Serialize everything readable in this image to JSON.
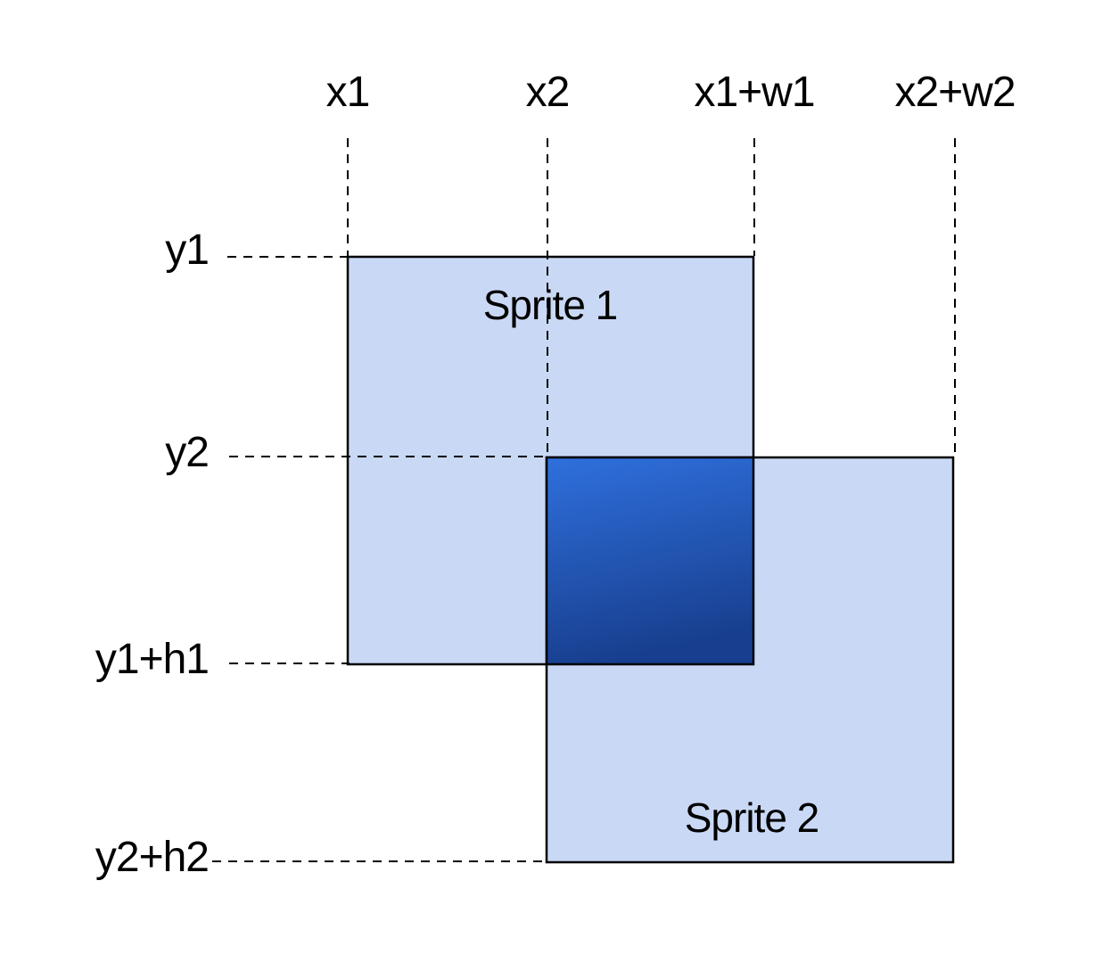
{
  "diagram": {
    "description": "Two overlapping sprites with coordinate guide lines",
    "x_labels": [
      {
        "text": "x1"
      },
      {
        "text": "x2"
      },
      {
        "text": "x1+w1"
      },
      {
        "text": "x2+w2"
      }
    ],
    "y_labels": [
      {
        "text": "y1"
      },
      {
        "text": "y2"
      },
      {
        "text": "y1+h1"
      },
      {
        "text": "y2+h2"
      }
    ],
    "sprites": [
      {
        "label": "Sprite 1"
      },
      {
        "label": "Sprite 2"
      }
    ],
    "colors": {
      "background": "#ffffff",
      "sprite_fill": "#c9d9f5",
      "outline": "#000000",
      "overlap_gradient_top": "#2f70dd",
      "overlap_gradient_bottom": "#183f8f",
      "dashed_line": "#000000",
      "label_text": "#000000"
    }
  }
}
